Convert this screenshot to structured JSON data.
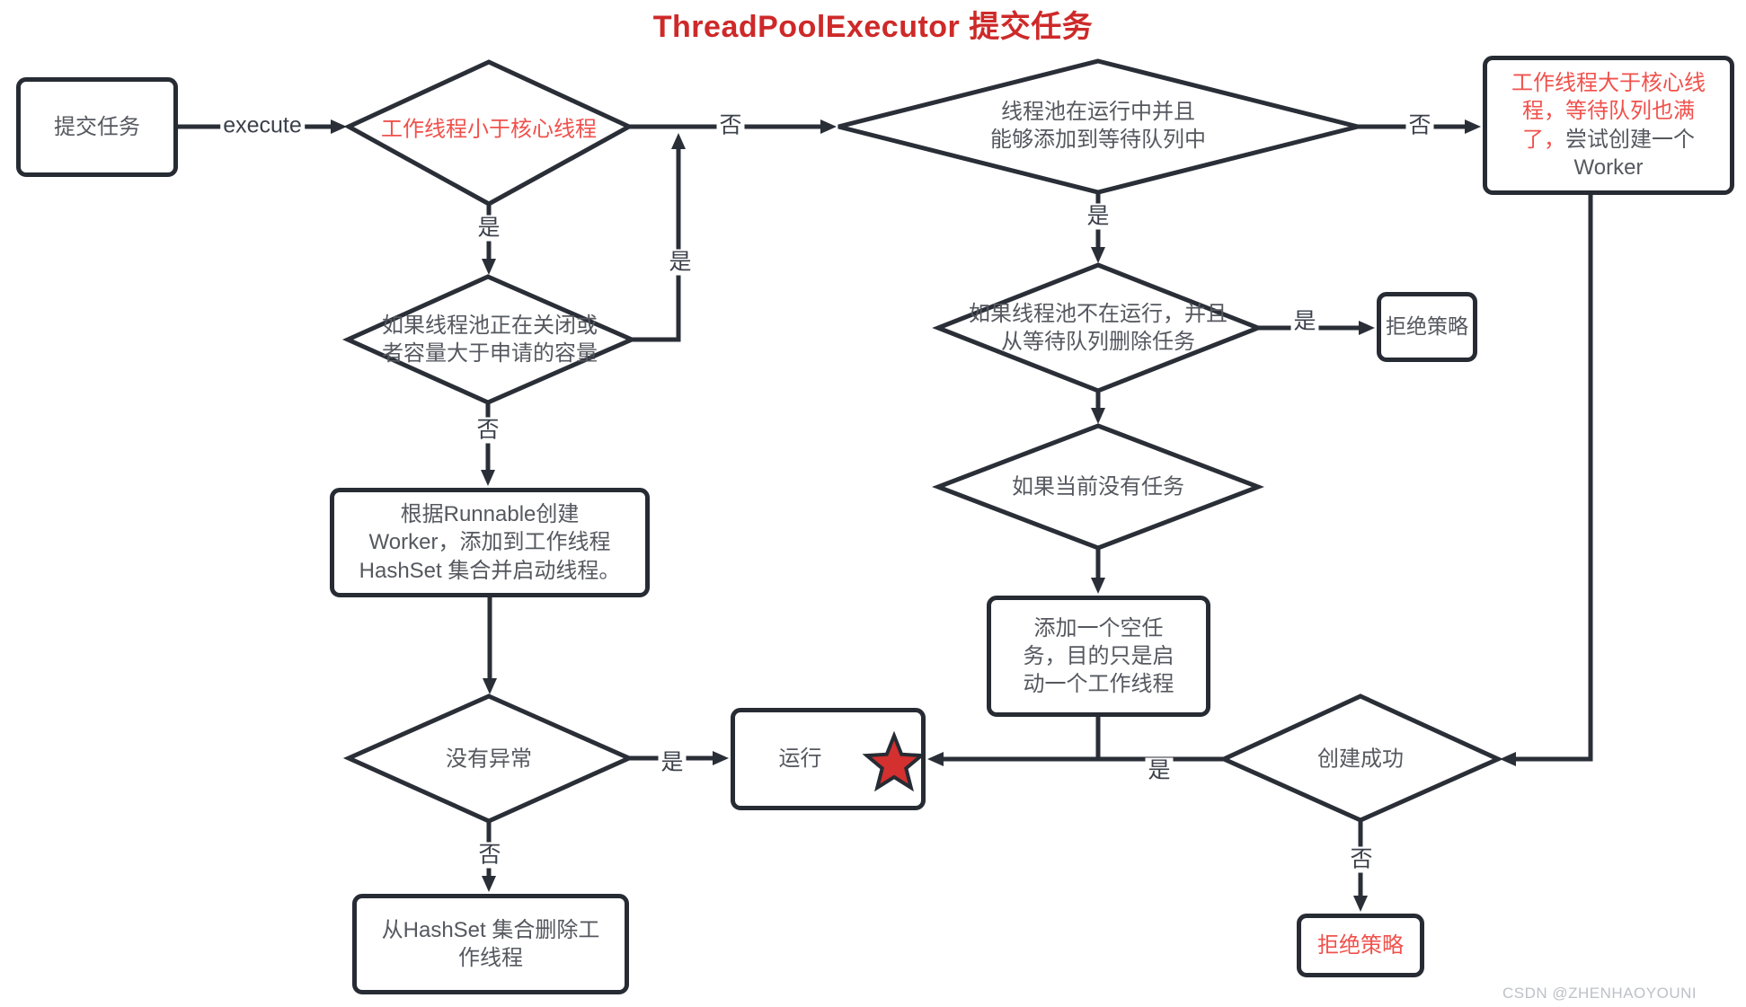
{
  "title": "ThreadPoolExecutor 提交任务",
  "watermark": "CSDN @ZHENHAOYOUNI",
  "colors": {
    "line": "#2a2e37",
    "node_text": "#55585f",
    "red_text": "#f0514c",
    "title_red": "#ce2929",
    "star": "#d3302f",
    "watermark_gray": "#bdc1c7"
  },
  "nodes": {
    "submit": "提交任务",
    "d_worker_lt_core": "工作线程小于核心线程",
    "d_pool_closing": "如果线程池正在关闭或\n者容量大于申请的容量",
    "create_worker": "根据Runnable创建\nWorker，添加到工作线程\nHashSet 集合并启动线程。",
    "d_no_exception": "没有异常",
    "run": "运行",
    "remove_worker": "从HashSet 集合删除工\n作线程",
    "d_pool_running": "线程池在运行中并且\n能够添加到等待队列中",
    "worker_red": "工作线程大于核心线程，等待队列也满了，",
    "worker_dark": "尝试创建一个 Worker",
    "d_not_running": "如果线程池不在运行，并且\n从等待队列删除任务",
    "reject1": "拒绝策略",
    "d_no_task": "如果当前没有任务",
    "empty_task": "添加一个空任\n务，目的只是启\n动一个工作线程",
    "d_create_ok": "创建成功",
    "reject2": "拒绝策略"
  },
  "edge_labels": {
    "execute": "execute",
    "yes1": "是",
    "no1": "否",
    "yes2": "是",
    "no2": "否",
    "yes3": "是",
    "no3": "否",
    "yes4": "是",
    "yes5": "是",
    "no4": "否",
    "yes6": "是",
    "no7": "否"
  }
}
